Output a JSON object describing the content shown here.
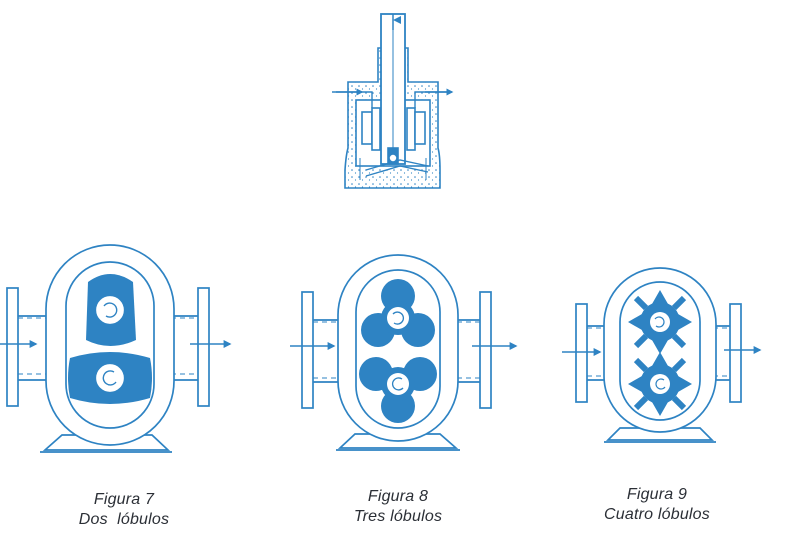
{
  "colors": {
    "ink": "#2e83c3",
    "fill": "#2e83c3",
    "caption": "#2b2f36",
    "background": "#ffffff"
  },
  "figures": [
    {
      "number": "Figura 7",
      "name": "Dos  lóbulos",
      "lobes": 2
    },
    {
      "number": "Figura 8",
      "name": "Tres lóbulos",
      "lobes": 3
    },
    {
      "number": "Figura 9",
      "name": "Cuatro lóbulos",
      "lobes": 4
    }
  ]
}
